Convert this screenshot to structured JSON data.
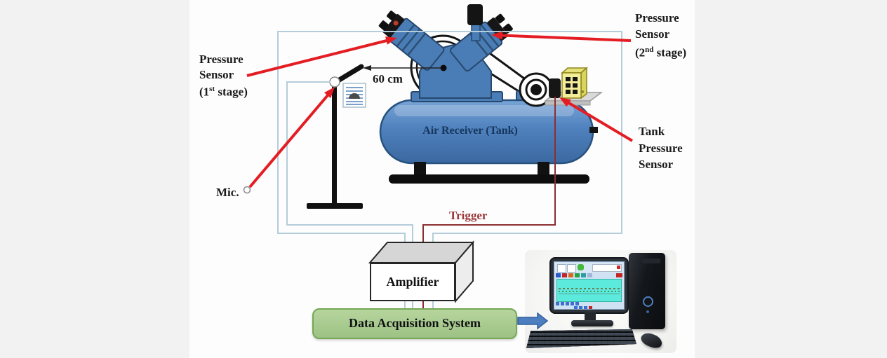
{
  "page": {
    "background": "#f2f2f2",
    "panel_background": "#fdfdfd",
    "description": "Experimental setup diagram: two-stage air compressor with pressure sensors, microphone, amplifier, data acquisition system and PC"
  },
  "colors": {
    "arrow_red": "#e31d23",
    "wire_blue": "#b5cdda",
    "trigger_wire": "#8c2f31",
    "tank_blue": "#4f81bd",
    "tank_border": "#27527e",
    "tank_text": "#17365d",
    "trigger_text": "#9c3537",
    "daq_green": "#a9cb8e",
    "daq_border": "#74a855",
    "connector_blue": "#4d7fc0",
    "control_box_yellow": "#f3ef99"
  },
  "labels": {
    "pressure_sensor_stage1": {
      "line1": "Pressure",
      "line2": "Sensor",
      "line3_pre": "(1",
      "line3_sup": "st",
      "line3_post": " stage)"
    },
    "pressure_sensor_stage2": {
      "line1": "Pressure",
      "line2": "Sensor",
      "line3_pre": "(2",
      "line3_sup": "nd",
      "line3_post": " stage)"
    },
    "tank_pressure_sensor": {
      "line1": "Tank",
      "line2": "Pressure",
      "line3": "Sensor"
    },
    "microphone": "Mic.",
    "distance": "60 cm",
    "tank": "Air Receiver (Tank)",
    "trigger": "Trigger",
    "amplifier": "Amplifier",
    "daq": "Data Acquisition System"
  },
  "icons": {
    "mic_spec_icon": "document-with-arch",
    "callout_arrow": "red-pointer-arrow",
    "flow_arrow": "blue-right-arrow"
  }
}
